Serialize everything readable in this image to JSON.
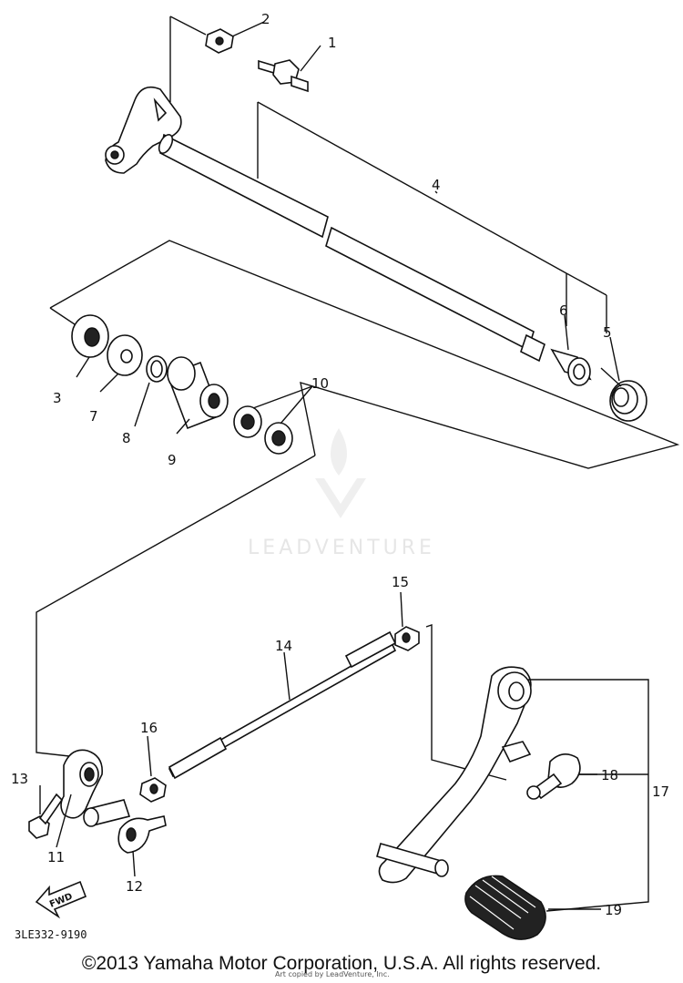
{
  "diagram": {
    "callouts": [
      "1",
      "2",
      "3",
      "4",
      "5",
      "6",
      "7",
      "8",
      "9",
      "10",
      "11",
      "12",
      "13",
      "14",
      "15",
      "16",
      "17",
      "18",
      "19"
    ],
    "reference_code": "3LE332-9190",
    "fwd_label": "FWD",
    "watermark": "LEADVENTURE",
    "small_credit": "Art copied by LeadVenture, Inc."
  },
  "copyright": "©2013 Yamaha Motor Corporation, U.S.A. All rights reserved."
}
